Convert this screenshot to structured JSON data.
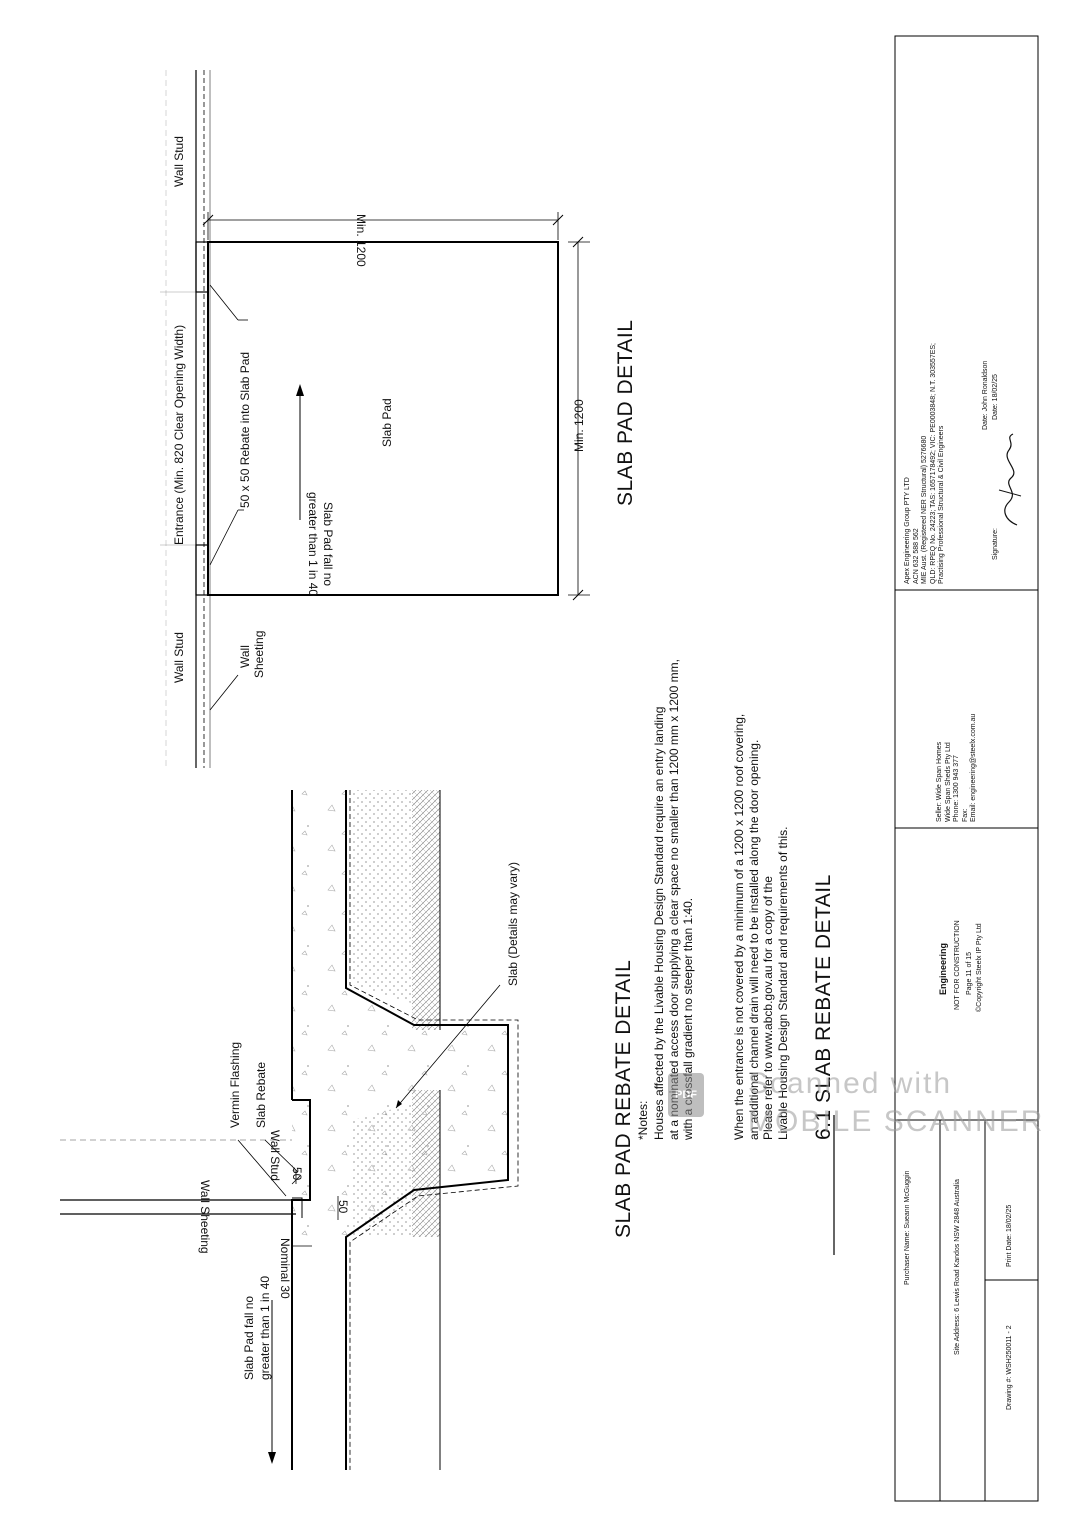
{
  "slab_rebate_section": {
    "labels": {
      "vermin_flashing": "Vermin Flashing",
      "slab_rebate": "Slab Rebate",
      "wall_stud": "Wall Stud",
      "wall_sheeting": "Wall Sheeting",
      "nominal_30": "Nominal 30",
      "dim_50_a": "50",
      "dim_50_b": "50",
      "slab_pad_fall_line1": "Slab Pad fall no",
      "slab_pad_fall_line2": "greater than 1 in 40",
      "slab_details": "Slab (Details may vary)"
    },
    "heading": "SLAB PAD REBATE DETAIL"
  },
  "slab_pad_plan": {
    "labels": {
      "wall_stud_left": "Wall Stud",
      "wall_sheeting_line1": "Wall",
      "wall_sheeting_line2": "Sheeting",
      "entrance": "Entrance (Min. 820 Clear Opening Width)",
      "wall_stud_right": "Wall Stud",
      "rebate": "50 x 50 Rebate into Slab Pad",
      "min_1200_top": "Min. 1200",
      "slab_pad": "Slab Pad",
      "fall_line1": "Slab Pad fall no",
      "fall_line2": "greater than 1 in 40",
      "min_1200_side": "Min. 1200"
    },
    "heading": "SLAB PAD DETAIL"
  },
  "notes": {
    "title": "*Notes:",
    "paragraph1": "Houses affected by the Livable Housing Design Standard require an entry landing\nat a nominated access door supplying a clear space no smaller than 1200 mm x 1200 mm,\nwith a crossfall gradient no steeper than 1:40.",
    "paragraph2": "When the entrance is not covered by a minimum of a 1200 x 1200 roof covering,\nan additional channel drain will need to be installed along the door opening.\nPlease refer to www.abcb.gov.au for a copy of the\nLivable Housing Design Standard and requirements of this."
  },
  "section_title": "6.1 SLAB REBATE DETAIL",
  "title_block": {
    "purchaser": "Purchaser Name: Sueann McGuggin",
    "site_address": "Site Address: 6 Lewis Road Kandos NSW 2848 Australia",
    "drawing": "Drawing #: WSH250011 - 2",
    "print_date": "Print Date: 18/02/25",
    "engineering_title": "Engineering",
    "not_for_construction": "NOT FOR CONSTRUCTION",
    "page": "Page 11 of 15",
    "copyright": "©Copyright Steelx IP Pty Ltd",
    "seller": "Seller: Wide Span Homes\nWide Span Sheds Pty Ltd\nPhone: 1300 943 377\nFax:\nEmail: engineering@steelx.com.au",
    "engineer": "Apex Engineering Group PTY LTD\nACN 632 588 562\nMIE Aust. (Registered NER Structural) 5276680\nQLD: RPEQ No. 24223; TAS: 1657178492; VIC: PE0003848; N.T. 303557ES;\nPractising Professional Structural & Civil Engineers",
    "signature_label": "Signature:",
    "signed_by": "Date: John Ronaldson",
    "date": "Date: 18/02/25"
  },
  "watermark": {
    "line1": "Scanned with",
    "line2": "MOBILE SCANNER",
    "badge": "PDF"
  }
}
